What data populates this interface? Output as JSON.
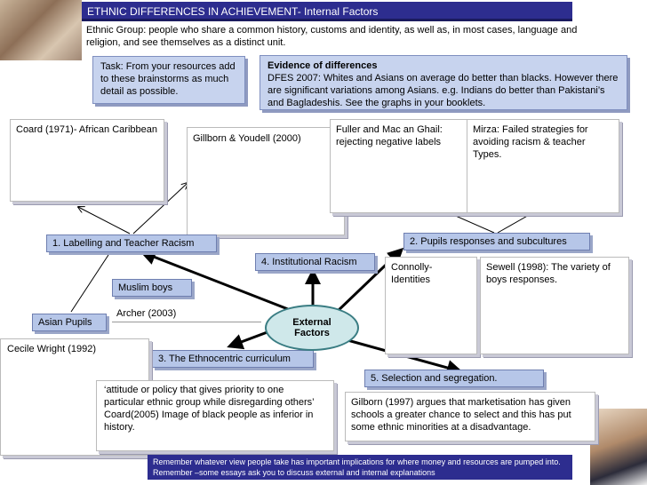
{
  "title": "ETHNIC DIFFERENCES IN ACHIEVEMENT- Internal Factors",
  "definition": "Ethnic Group: people who share a common history, customs and identity, as well as, in most cases, language and religion, and see themselves as a distinct unit.",
  "task": "Task: From your resources add to these brainstorms as much detail as possible.",
  "evidence": {
    "heading": "Evidence of differences",
    "body": "DFES 2007: Whites and Asians on average do better than blacks. However there are significant variations among Asians. e.g. Indians do better than Pakistani’s and Bagladeshis. See the graphs in your booklets."
  },
  "center": {
    "line1": "External",
    "line2": "Factors"
  },
  "categories": {
    "labelling": "1. Labelling and Teacher Racism",
    "pupils": "2. Pupils responses and subcultures",
    "ethnocentric": "3. The Ethnocentric curriculum",
    "institutional": "4. Institutional Racism",
    "selection": "5. Selection and segregation."
  },
  "notes": {
    "coard": "Coard (1971)- African Caribbean",
    "gillborn_youdell": "Gillborn & Youdell (2000)",
    "fuller": "Fuller and Mac an Ghail: rejecting negative labels",
    "mirza": "Mirza: Failed strategies for avoiding racism  & teacher Types.",
    "connolly": "Connolly- Identities",
    "sewell": "Sewell (1998): The variety of boys responses.",
    "muslim_boys": "Muslim boys",
    "archer": "Archer (2003)",
    "asian_pupils": "Asian Pupils",
    "cecile": "Cecile Wright (1992)",
    "attitude_line1": "‘attitude or policy that gives priority to one particular ethnic group while disregarding others’",
    "attitude_line2": "Coard(2005)  Image of black people as inferior in history.",
    "gilborn_1997": "Gilborn (1997) argues that marketisation has given schools a greater chance to select and this has put some ethnic minorities at a disadvantage."
  },
  "footer": "Remember whatever view people take has important implications for where money and resources are pumped into.  Remember –some essays ask you to discuss external and internal explanations"
}
